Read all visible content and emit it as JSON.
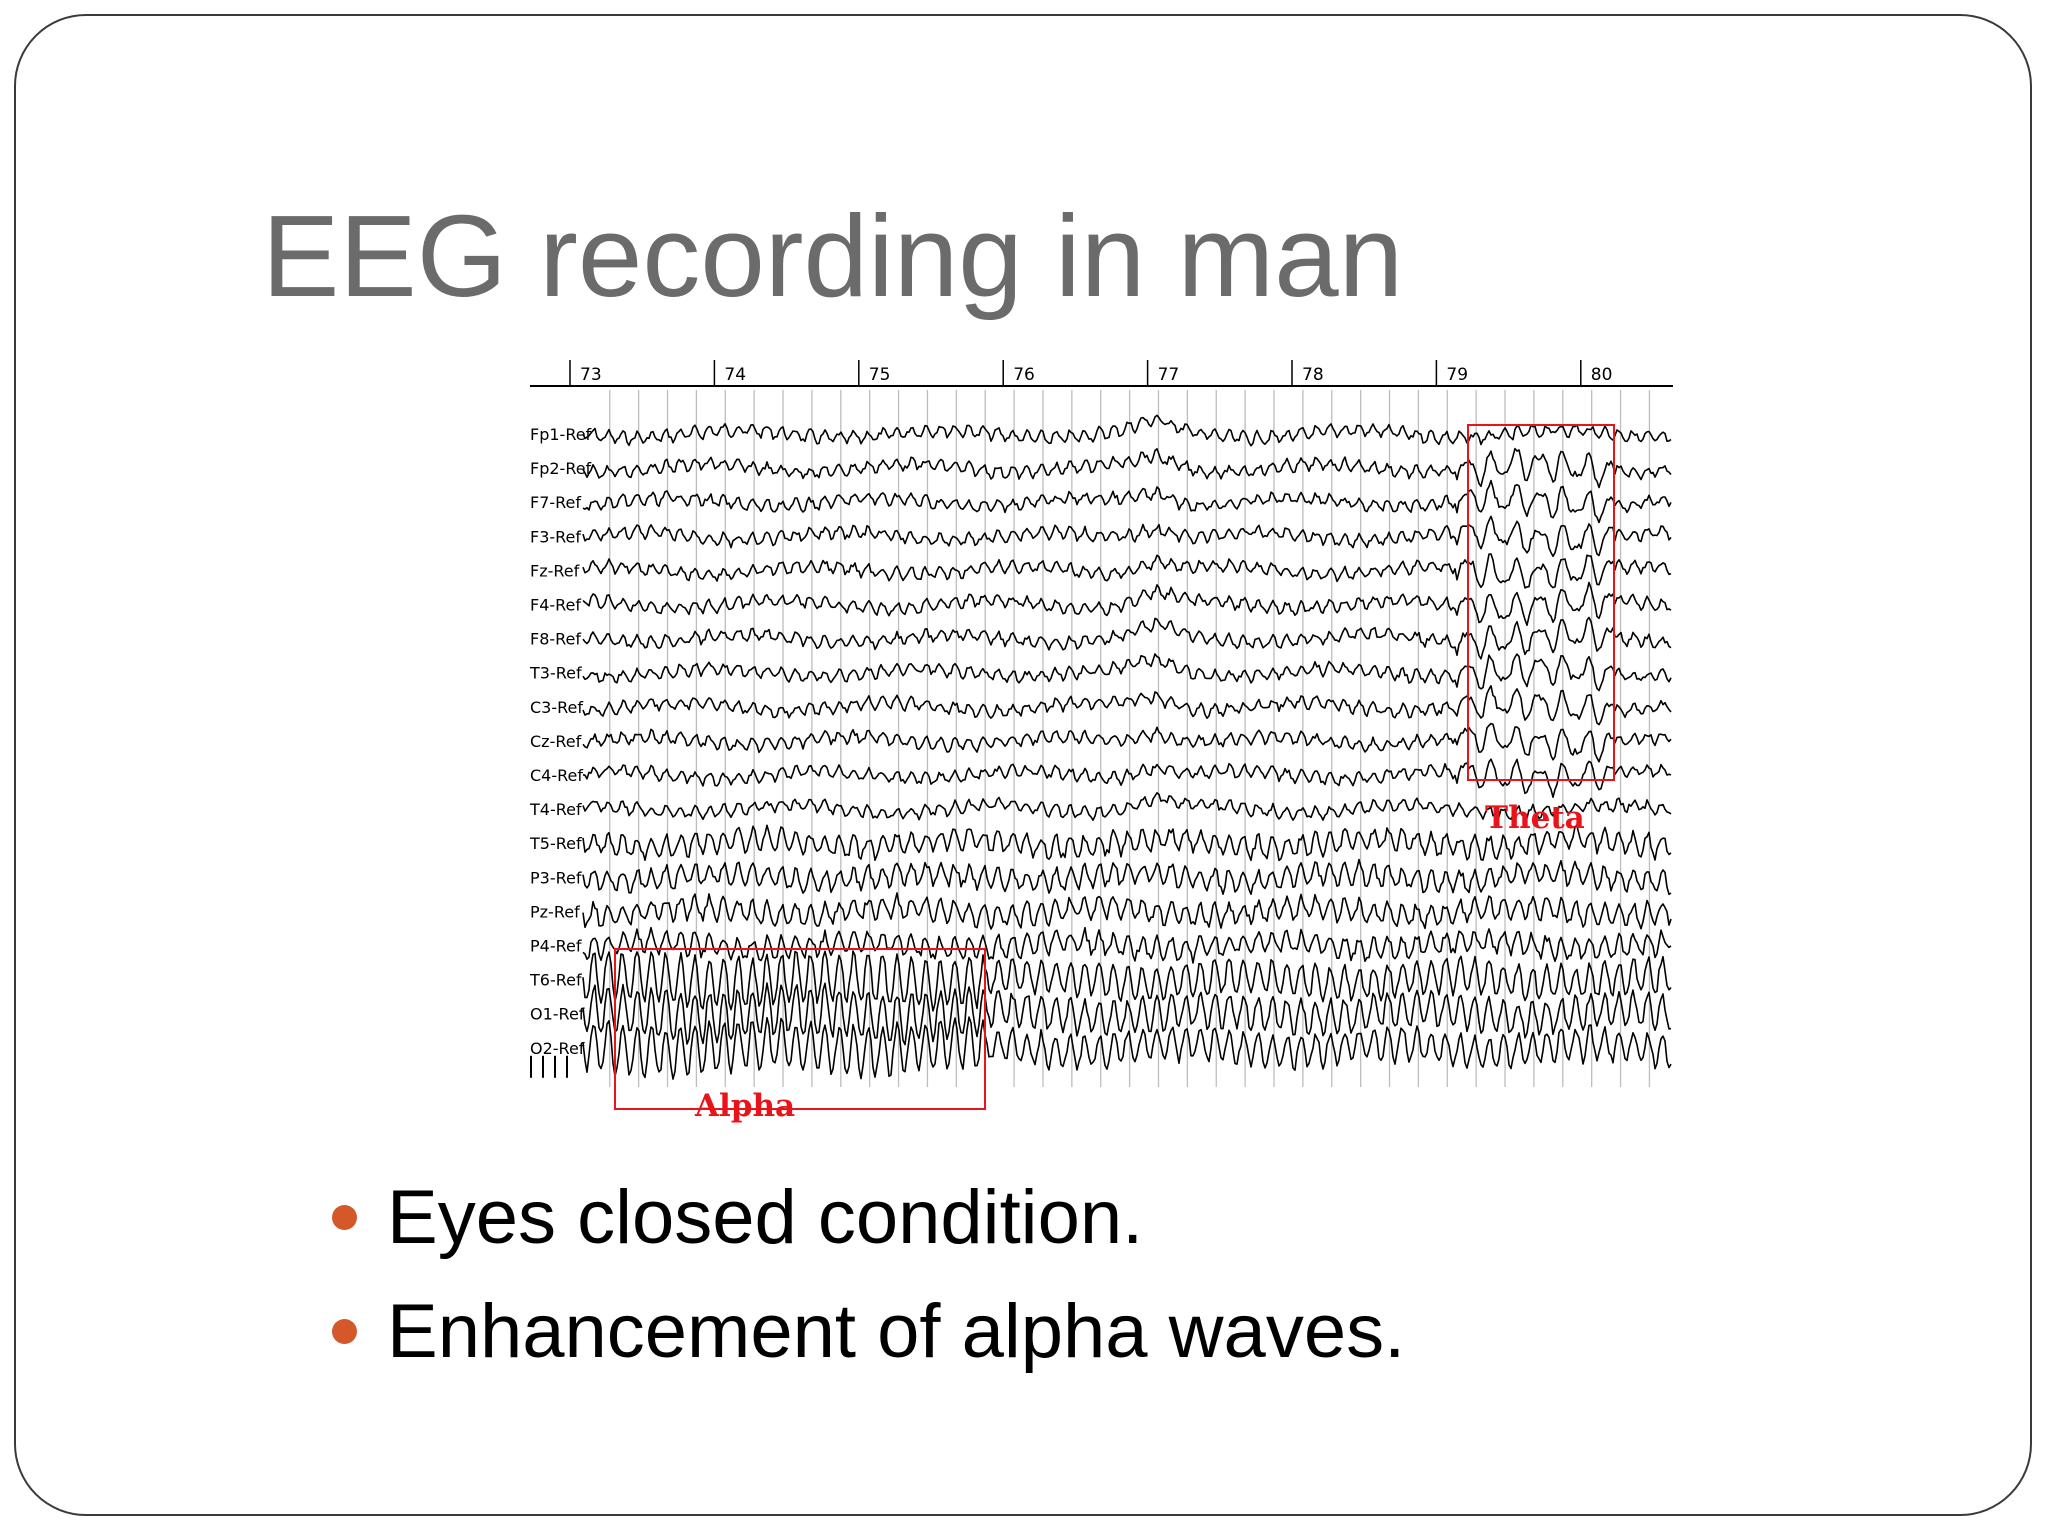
{
  "slide": {
    "title": "EEG recording in man",
    "bullets": [
      {
        "text": "Eyes closed condition."
      },
      {
        "text": "Enhancement of alpha waves."
      }
    ]
  },
  "figure": {
    "time_ticks": [
      "73",
      "74",
      "75",
      "76",
      "77",
      "78",
      "79",
      "80"
    ],
    "channels": [
      "Fp1-Ref",
      "Fp2-Ref",
      "F7-Ref",
      "F3-Ref",
      "Fz-Ref",
      "F4-Ref",
      "F8-Ref",
      "T3-Ref",
      "C3-Ref",
      "Cz-Ref",
      "C4-Ref",
      "T4-Ref",
      "T5-Ref",
      "P3-Ref",
      "Pz-Ref",
      "P4-Ref",
      "T6-Ref",
      "O1-Ref",
      "O2-Ref"
    ],
    "annotations": [
      {
        "label": "Alpha",
        "color": "#e8141a"
      },
      {
        "label": "Theta",
        "color": "#e8141a"
      }
    ]
  },
  "colors": {
    "title": "#6b6b6b",
    "bullet_marker": "#d4582a",
    "bullet_text": "#000000",
    "trace": "#000000",
    "annotation": "#e8141a"
  }
}
